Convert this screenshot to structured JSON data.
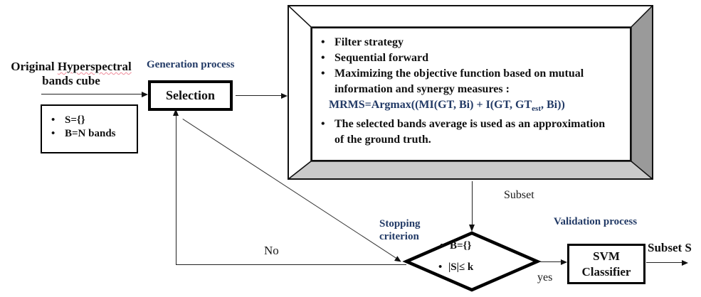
{
  "colors": {
    "accent_navy": "#223a66",
    "spellcheck_red": "#ef8a9a",
    "frame_right_gray": "#9a9a9a",
    "frame_bottom_gray": "#cacaca"
  },
  "source_label": {
    "word1": "Original",
    "word2": "Hyperspectral",
    "line2": "bands cube"
  },
  "init_box": {
    "items": [
      "S={}",
      "B=N bands"
    ]
  },
  "process_labels": {
    "generation": "Generation process",
    "stopping_line1": "Stopping",
    "stopping_line2": "criterion",
    "validation": "Validation process"
  },
  "selection_box": {
    "label": "Selection"
  },
  "generation_box": {
    "bullet1": "Filter strategy",
    "bullet2": "Sequential forward",
    "bullet3": "Maximizing the objective function based on mutual information and synergy measures :",
    "formula": {
      "pre": "MRMS=Argmax((MI(GT, Bi) + I(GT, GT",
      "sub": "est",
      "post": ", Bi))"
    },
    "bullet4": "The selected bands average is used as an approximation of the ground truth."
  },
  "decision": {
    "items": [
      "B={}",
      "|S|≤ k"
    ]
  },
  "svm_box": {
    "line1": "SVM",
    "line2": "Classifier"
  },
  "edge_labels": {
    "subset": "Subset",
    "subset_s": "Subset S",
    "no": "No",
    "yes": "yes"
  }
}
